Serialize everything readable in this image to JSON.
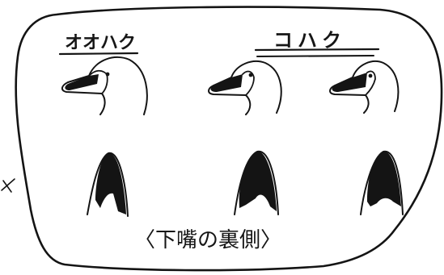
{
  "labels": {
    "whooper": "オオハク",
    "bewick": "コハク",
    "caption": "〈下嘴の裏側〉"
  },
  "colors": {
    "ink": "#141414",
    "paper": "#ffffff"
  }
}
